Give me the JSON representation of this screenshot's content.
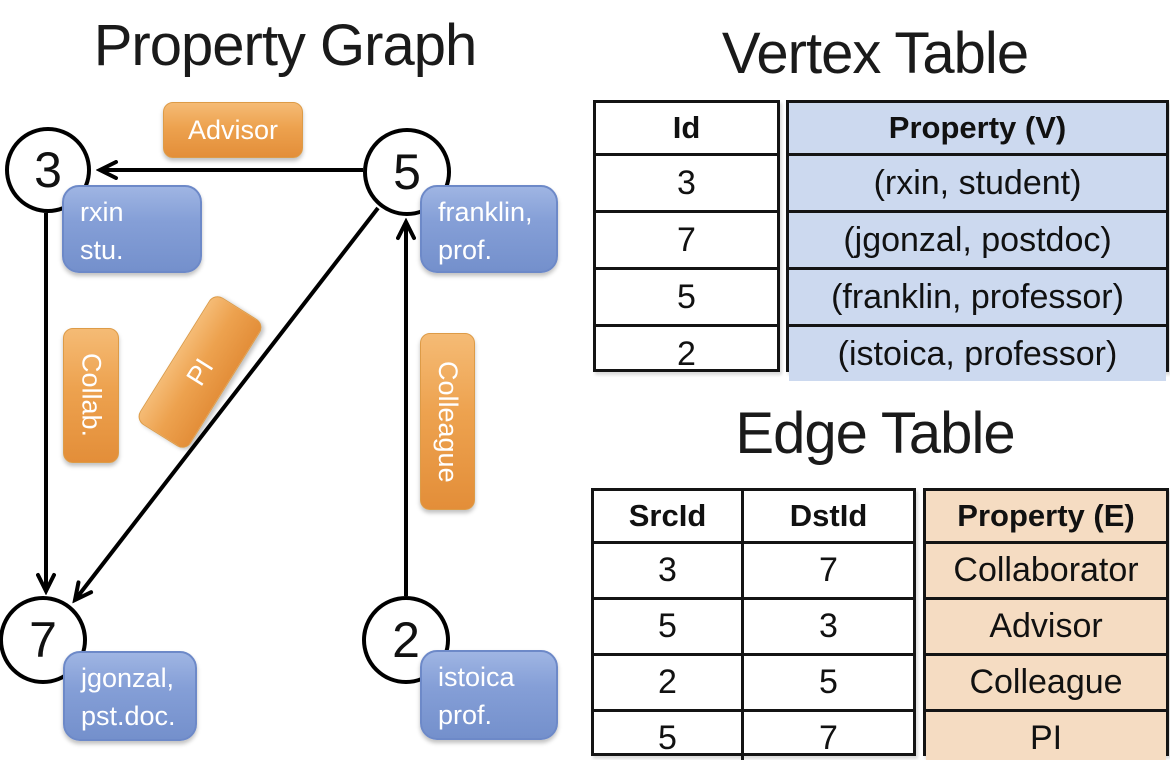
{
  "graph": {
    "title": "Property Graph",
    "nodes": [
      {
        "id": "3",
        "line1": "rxin",
        "line2": "stu."
      },
      {
        "id": "5",
        "line1": "franklin,",
        "line2": "prof."
      },
      {
        "id": "7",
        "line1": "jgonzal,",
        "line2": "pst.doc."
      },
      {
        "id": "2",
        "line1": "istoica",
        "line2": "prof."
      }
    ],
    "edges": [
      {
        "from": "5",
        "to": "3",
        "label": "Advisor"
      },
      {
        "from": "3",
        "to": "7",
        "label": "Collab."
      },
      {
        "from": "5",
        "to": "7",
        "label": "PI"
      },
      {
        "from": "2",
        "to": "5",
        "label": "Colleague"
      }
    ]
  },
  "vertex_table": {
    "title": "Vertex Table",
    "columns": {
      "id": "Id",
      "property": "Property (V)"
    },
    "rows": [
      {
        "id": "3",
        "property": "(rxin, student)"
      },
      {
        "id": "7",
        "property": "(jgonzal, postdoc)"
      },
      {
        "id": "5",
        "property": "(franklin, professor)"
      },
      {
        "id": "2",
        "property": "(istoica, professor)"
      }
    ]
  },
  "edge_table": {
    "title": "Edge Table",
    "columns": {
      "src": "SrcId",
      "dst": "DstId",
      "property": "Property (E)"
    },
    "rows": [
      {
        "src": "3",
        "dst": "7",
        "property": "Collaborator"
      },
      {
        "src": "5",
        "dst": "3",
        "property": "Advisor"
      },
      {
        "src": "2",
        "dst": "5",
        "property": "Colleague"
      },
      {
        "src": "5",
        "dst": "7",
        "property": "PI"
      }
    ]
  },
  "colors": {
    "vertex_property_cell": "#ccd9ef",
    "edge_property_cell": "#f5dcc2",
    "node_pill_blue": "#7f9bd3",
    "edge_pill_orange": "#eda04f",
    "edge_line": "#000000"
  }
}
